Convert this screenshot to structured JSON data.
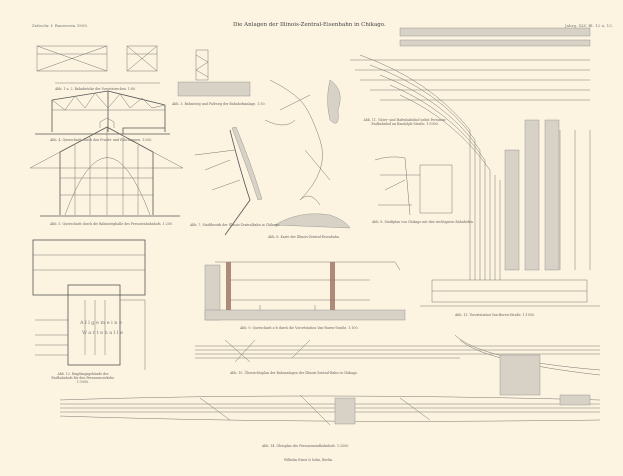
{
  "header": {
    "left": "Zeitschr. f. Bauwesen 1895.",
    "title": "Die Anlagen der Illinois-Zentral-Eisenbahn in Chikago.",
    "right": "Jahrg. XLV. Bl. 12 u. 13."
  },
  "captions": {
    "fig1_2": "Abb. 1 u. 2. Bahnbrücke der Vorortstrecken. 1:80.",
    "fig3": "Abb. 3. Bahnsteig und Fußweg der Bahnhofsanlage. 1:50.",
    "fig4": "Abb. 4. Querschnitt durch den Fracht- und Eilschuppen. 1:200.",
    "fig5": "Abb. 5. Querschnitt durch die Bahnsteighalle des Personenbahnhofs. 1:200.",
    "fig6": "Abb. 6. Karte der Illinois-Zentral-Eisenbahn.",
    "fig7": "Abb. 7. Stadtbezirk der Illinois-Zentralbahn in Chikago.",
    "fig8": "Abb. 8. Stadtplan von Chikago mit den wichtigsten Bahnhöfen.",
    "fig11": "Abb. 11. Güter- und Hafenbahnhof nebst Personen-Endbahnhof an Randolph-Straße. 1:5000.",
    "fig12": "Abb. 12. Empfangsgebäude des Endbahnhofs für den Personenverkehr. 1:1000.",
    "fig9": "Abb. 9. Querschnitt a-b durch die Vorortstation Van-Buren-Straße. 1:100.",
    "fig13": "Abb. 13. Vorortstation Van-Buren-Straße. 1:1000.",
    "fig10": "Abb. 10. Übersichtsplan der Bahnanlagen der Illinois-Zentral-Bahn in Chikago.",
    "fig14": "Abb. 14. Gleisplan des Personenendbahnhofs. 1:2500.",
    "hall_label_1": "Allgemeine",
    "hall_label_2": "Wartehalle"
  },
  "footer": {
    "publisher": "Wilhelm Ernst & Sohn, Berlin."
  },
  "colors": {
    "paper": "#fcf4e1",
    "ink": "#6a6560",
    "brick": "#b08a78"
  }
}
